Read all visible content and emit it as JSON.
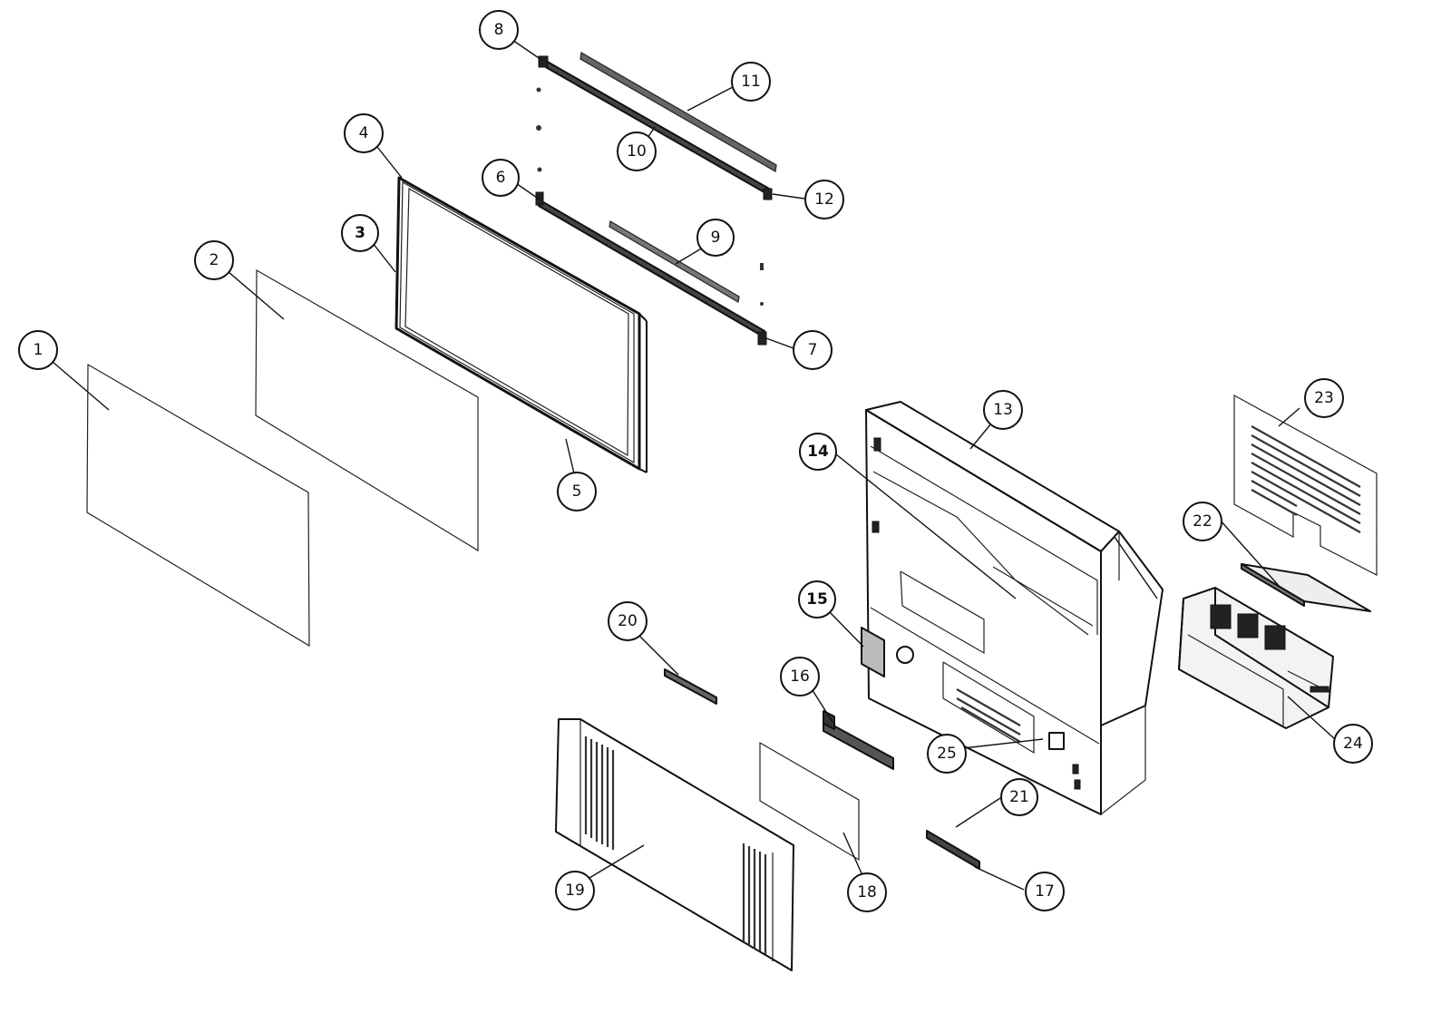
{
  "diagram": {
    "callouts": [
      {
        "label": "1"
      },
      {
        "label": "2"
      },
      {
        "label": "3"
      },
      {
        "label": "4"
      },
      {
        "label": "5"
      },
      {
        "label": "6"
      },
      {
        "label": "7"
      },
      {
        "label": "8"
      },
      {
        "label": "9"
      },
      {
        "label": "10"
      },
      {
        "label": "11"
      },
      {
        "label": "12"
      },
      {
        "label": "13"
      },
      {
        "label": "14"
      },
      {
        "label": "15"
      },
      {
        "label": "16"
      },
      {
        "label": "17"
      },
      {
        "label": "18"
      },
      {
        "label": "19"
      },
      {
        "label": "20"
      },
      {
        "label": "21"
      },
      {
        "label": "22"
      },
      {
        "label": "23"
      },
      {
        "label": "24"
      },
      {
        "label": "25"
      }
    ]
  }
}
